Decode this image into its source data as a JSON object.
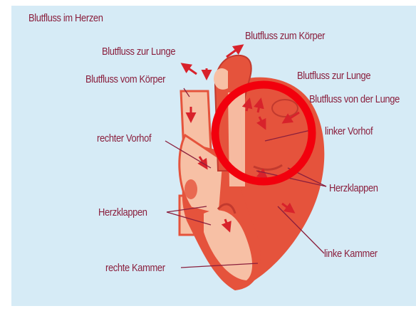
{
  "diagram": {
    "title": "Blutfluss im Herzen",
    "labels": {
      "flow_to_body": "Blutfluss zum Körper",
      "flow_to_lung_left": "Blutfluss zur Lunge",
      "flow_from_body": "Blutfluss vom Körper",
      "flow_to_lung_right": "Blutfluss zur Lunge",
      "flow_from_lung": "Blutfluss von der Lunge",
      "right_atrium": "rechter Vorhof",
      "left_atrium": "linker Vorhof",
      "valves_right": "Herzklappen",
      "valves_left": "Herzklappen",
      "left_ventricle": "linke Kammer",
      "right_ventricle": "rechte Kammer"
    }
  },
  "colors": {
    "background": "#d6ebf6",
    "label_text": "#8a1f3d",
    "oxygenated_red": "#e5533c",
    "deoxygenated_pink": "#f7c0a5",
    "arrow_red": "#d8222b",
    "highlight_circle": "#f2000d"
  },
  "annotation": {
    "shape": "circle",
    "target": "left-atrium-area"
  }
}
